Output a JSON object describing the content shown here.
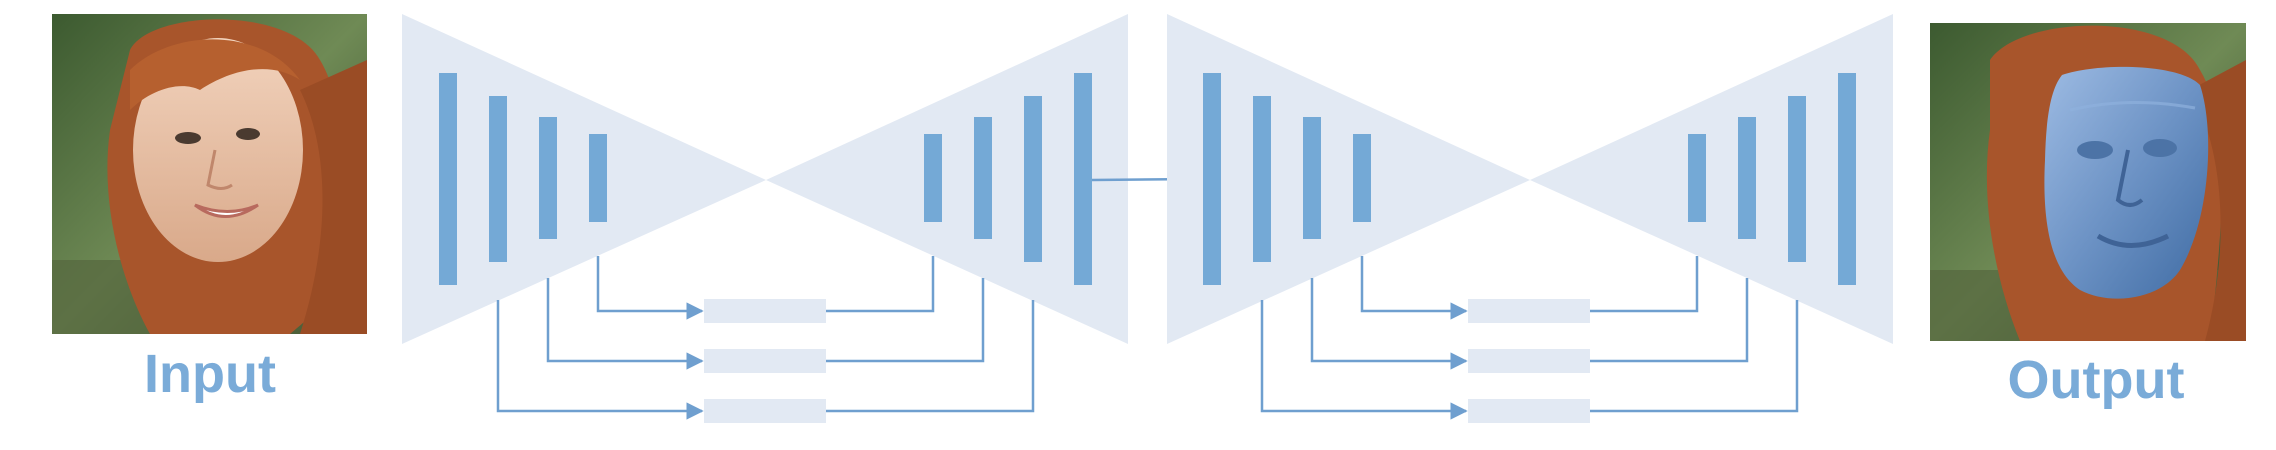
{
  "input_label": "Input",
  "output_label": "Output",
  "colors": {
    "panel": "#e2e9f3",
    "bar": "#74a9d6",
    "connector": "#6f9fcf",
    "label": "#7aabd8",
    "mesh": "#6d93c5",
    "background": "#ffffff"
  },
  "input_image": {
    "icon": "face-photo-input"
  },
  "output_image": {
    "icon": "face-photo-with-3d-mesh-overlay"
  },
  "network": {
    "stacked_blocks": 2,
    "encoder_layers_per_block": 4,
    "decoder_layers_per_block": 4,
    "skip_connections_per_block": 3
  }
}
